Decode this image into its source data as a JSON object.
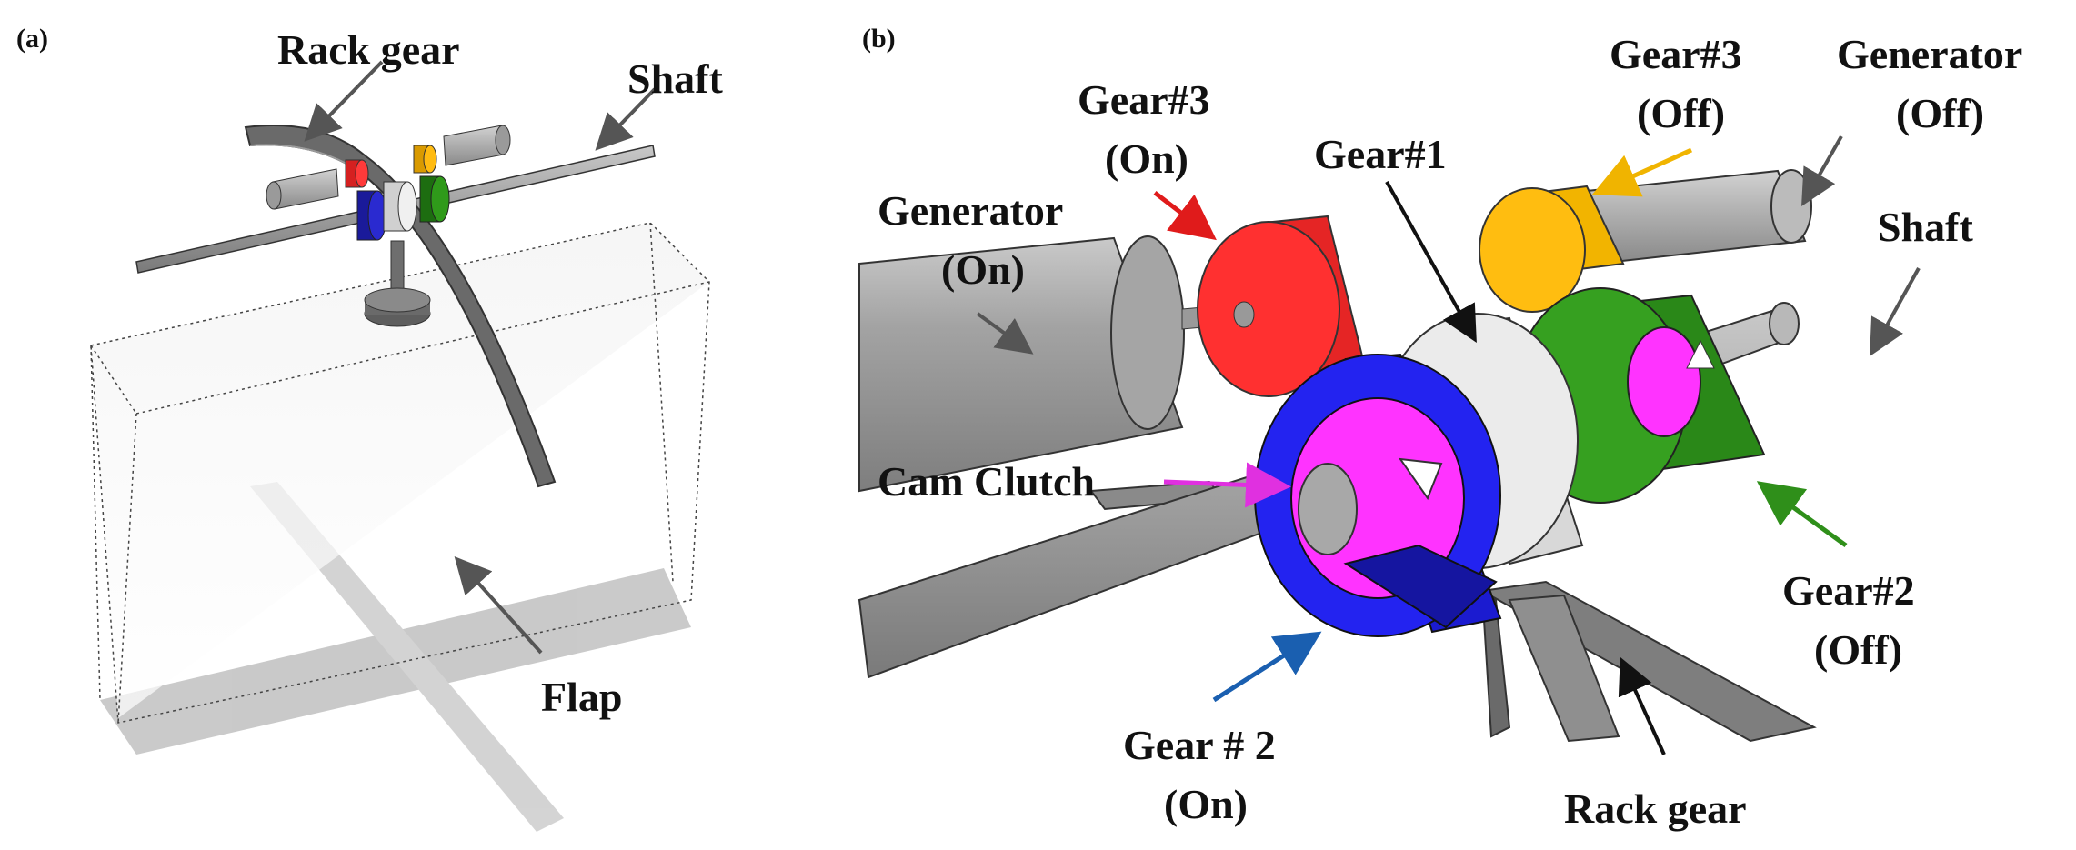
{
  "panel_a": {
    "tag": "(a)",
    "labels": {
      "rack_gear": "Rack gear",
      "shaft": "Shaft",
      "flap": "Flap"
    }
  },
  "panel_b": {
    "tag": "(b)",
    "labels": {
      "gear3_on_l1": "Gear#3",
      "gear3_on_l2": "(On)",
      "gear3_off_l1": "Gear#3",
      "gear3_off_l2": "(Off)",
      "gen_off_l1": "Generator",
      "gen_off_l2": "(Off)",
      "gen_on_l1": "Generator",
      "gen_on_l2": "(On)",
      "gear1": "Gear#1",
      "shaft": "Shaft",
      "cam_clutch": "Cam Clutch",
      "gear2_off_l1": "Gear#2",
      "gear2_off_l2": "(Off)",
      "gear2_on_l1": "Gear # 2",
      "gear2_on_l2": "(On)",
      "rack_gear": "Rack gear"
    }
  },
  "colors": {
    "gear3": "#ff2b2b",
    "gear3_off": "#f5b000",
    "gear2_on": "#1f1fe8",
    "gear2_off": "#2f8f1a",
    "cam_clutch": "#ff2eff",
    "gear1": "#e6e6e6",
    "metal": "#9a9a9a",
    "arrow_red": "#e01b1b",
    "arrow_yellow": "#f0b400",
    "arrow_blue": "#1a5fb0",
    "arrow_green": "#2f8f1a",
    "arrow_magenta": "#e030e0",
    "arrow_grey": "#555555"
  }
}
